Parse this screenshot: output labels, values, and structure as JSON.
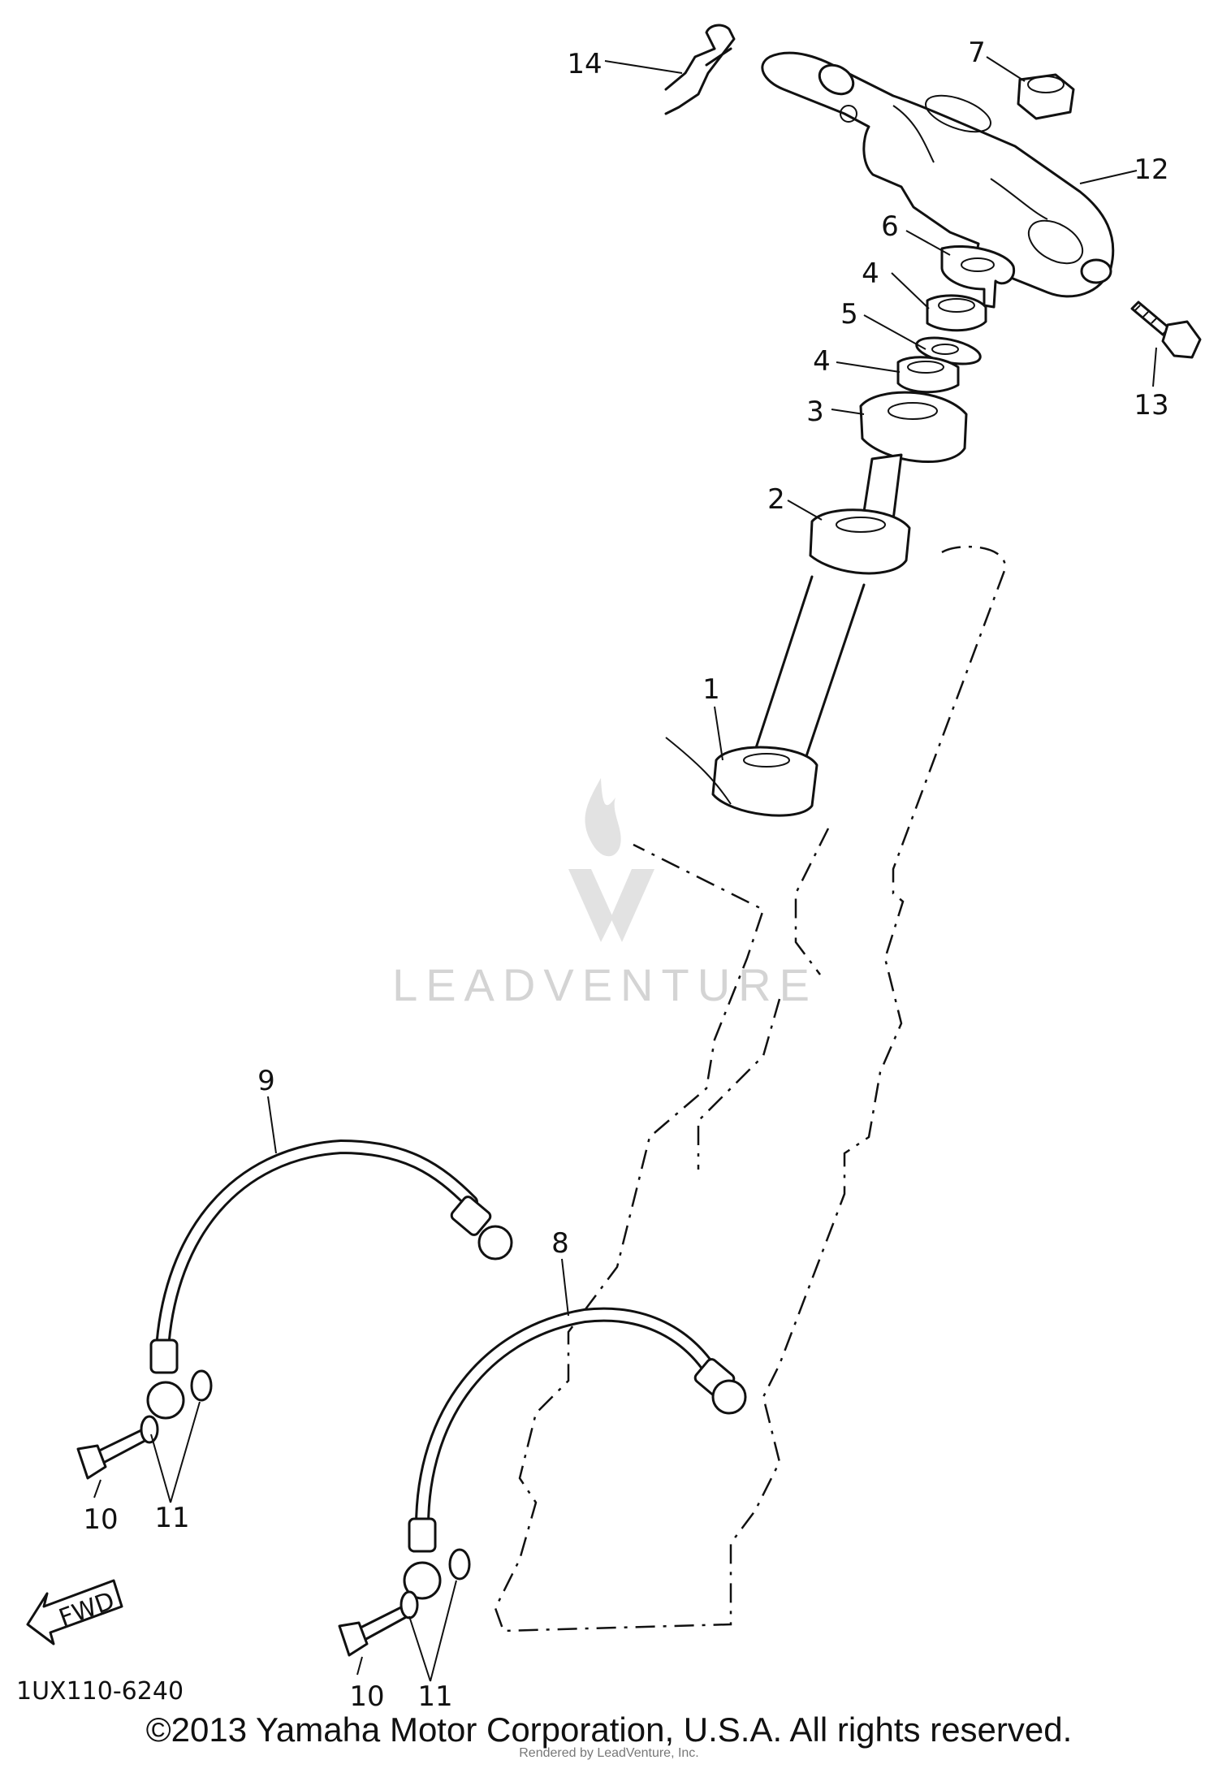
{
  "diagram": {
    "callouts": [
      {
        "id": "c1",
        "label": "1"
      },
      {
        "id": "c2",
        "label": "2"
      },
      {
        "id": "c3",
        "label": "3"
      },
      {
        "id": "c4a",
        "label": "4"
      },
      {
        "id": "c4b",
        "label": "4"
      },
      {
        "id": "c5",
        "label": "5"
      },
      {
        "id": "c6",
        "label": "6"
      },
      {
        "id": "c7",
        "label": "7"
      },
      {
        "id": "c8",
        "label": "8"
      },
      {
        "id": "c9",
        "label": "9"
      },
      {
        "id": "c10a",
        "label": "10"
      },
      {
        "id": "c10b",
        "label": "10"
      },
      {
        "id": "c11a",
        "label": "11"
      },
      {
        "id": "c11b",
        "label": "11"
      },
      {
        "id": "c12",
        "label": "12"
      },
      {
        "id": "c13",
        "label": "13"
      },
      {
        "id": "c14",
        "label": "14"
      }
    ],
    "fwd_label": "FWD",
    "diagram_code": "1UX110-6240"
  },
  "watermark": {
    "text": "LEADVENTURE"
  },
  "footer": {
    "copyright": "©2013 Yamaha Motor Corporation, U.S.A. All rights reserved.",
    "credit": "Rendered by LeadVenture, Inc."
  }
}
